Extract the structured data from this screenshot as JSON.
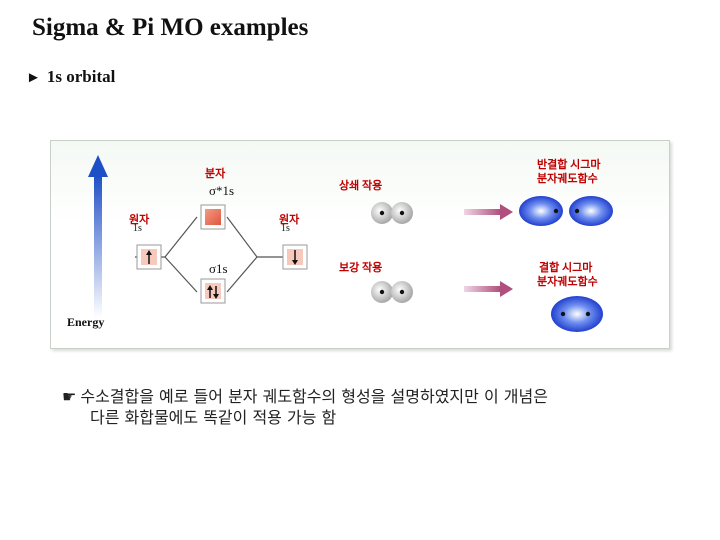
{
  "title": "Sigma & Pi MO examples",
  "subtitle": "1s orbital",
  "subtitle_bullet": "►",
  "diagram": {
    "molecule_label": "분자",
    "atom_left_label": "원자",
    "atom_right_label": "원자",
    "atom_left_orbital": "1s",
    "atom_right_orbital": "1s",
    "antibonding_mo": "σ*1s",
    "bonding_mo": "σ1s",
    "energy_label": "Energy",
    "destructive_label": "상쇄 작용",
    "constructive_label": "보강 작용",
    "antibonding_desc_line1": "반결합 시그마",
    "antibonding_desc_line2": "분자궤도함수",
    "bonding_desc_line1": "결합 시그마",
    "bonding_desc_line2": "분자궤도함수"
  },
  "note": {
    "bullet": "☛",
    "line1": "수소결합을 예로 들어 분자 궤도함수의 형성을 설명하였지만 이 개념은",
    "line2": "다른 화합물에도 똑같이 적용 가능 함"
  },
  "colors": {
    "accent_red": "#c00000",
    "orbital_blue": "#1b3fcf",
    "arrow_pink": "#c77aa5"
  }
}
